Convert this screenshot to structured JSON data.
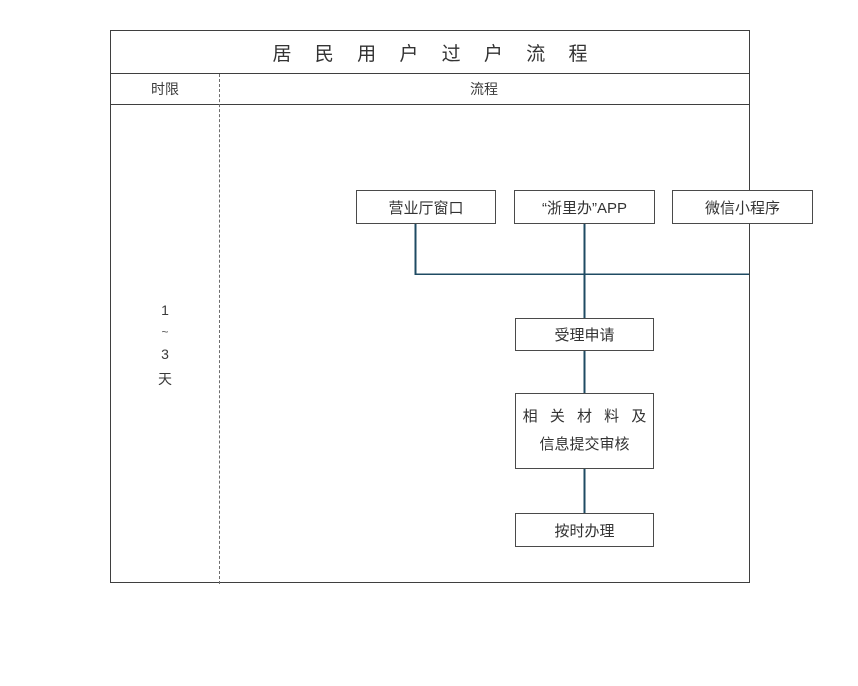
{
  "document": {
    "title": "居 民 用 户 过 户 流 程"
  },
  "table": {
    "headers": {
      "time_limit": "时限",
      "process": "流程"
    }
  },
  "time_limit": {
    "lines": [
      "1",
      "~",
      "3",
      "天"
    ],
    "value_from": "1",
    "value_to": "3",
    "unit": "天"
  },
  "flow": {
    "entry_nodes": [
      {
        "id": "hall",
        "label": "营业厅窗口"
      },
      {
        "id": "app",
        "label": "“浙里办”APP"
      },
      {
        "id": "miniapp",
        "label": "微信小程序"
      }
    ],
    "steps": [
      {
        "id": "accept",
        "label": "受理申请"
      },
      {
        "id": "materials",
        "line1": "相 关 材 料 及",
        "line2": "信息提交审核"
      },
      {
        "id": "process",
        "label": "按时办理"
      }
    ]
  },
  "colors": {
    "connector": "#1f4b63",
    "box_border": "#4a4a4a",
    "frame_border": "#3f3f3f",
    "divider": "#6d6d6d",
    "text": "#333333",
    "background": "#ffffff"
  },
  "chart_data": {
    "type": "table",
    "title": "居 民 用 户 过 户 流 程",
    "columns": [
      "时限",
      "流程"
    ],
    "rows": [
      {
        "时限": "1~3天",
        "流程": [
          "营业厅窗口 / “浙里办”APP / 微信小程序",
          "受理申请",
          "相关材料及信息提交审核",
          "按时办理"
        ]
      }
    ]
  }
}
